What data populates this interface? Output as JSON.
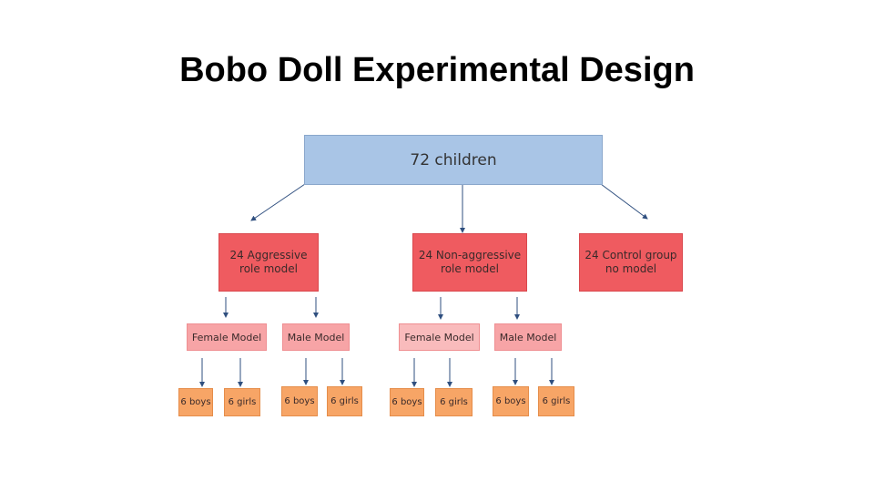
{
  "title": "Bobo Doll Experimental Design",
  "root": {
    "label": "72 children"
  },
  "groups": [
    {
      "line1": "24 Aggressive",
      "line2": "role model"
    },
    {
      "line1": "24 Non-aggressive",
      "line2": "role model"
    },
    {
      "line1": "24 Control group",
      "line2": "no model"
    }
  ],
  "models": [
    {
      "label": "Female Model"
    },
    {
      "label": "Male Model"
    },
    {
      "label": "Female Model"
    },
    {
      "label": "Male Model"
    }
  ],
  "leaves": [
    {
      "label": "6 boys"
    },
    {
      "label": "6 girls"
    },
    {
      "label": "6 boys"
    },
    {
      "label": "6 girls"
    },
    {
      "label": "6 boys"
    },
    {
      "label": "6 girls"
    },
    {
      "label": "6 boys"
    },
    {
      "label": "6 girls"
    }
  ],
  "colors": {
    "root": "#a9c5e6",
    "group": "#ef5b60",
    "model": "#f7a4a6",
    "leaf": "#f7a566",
    "arrow": "#2f4f7f"
  }
}
